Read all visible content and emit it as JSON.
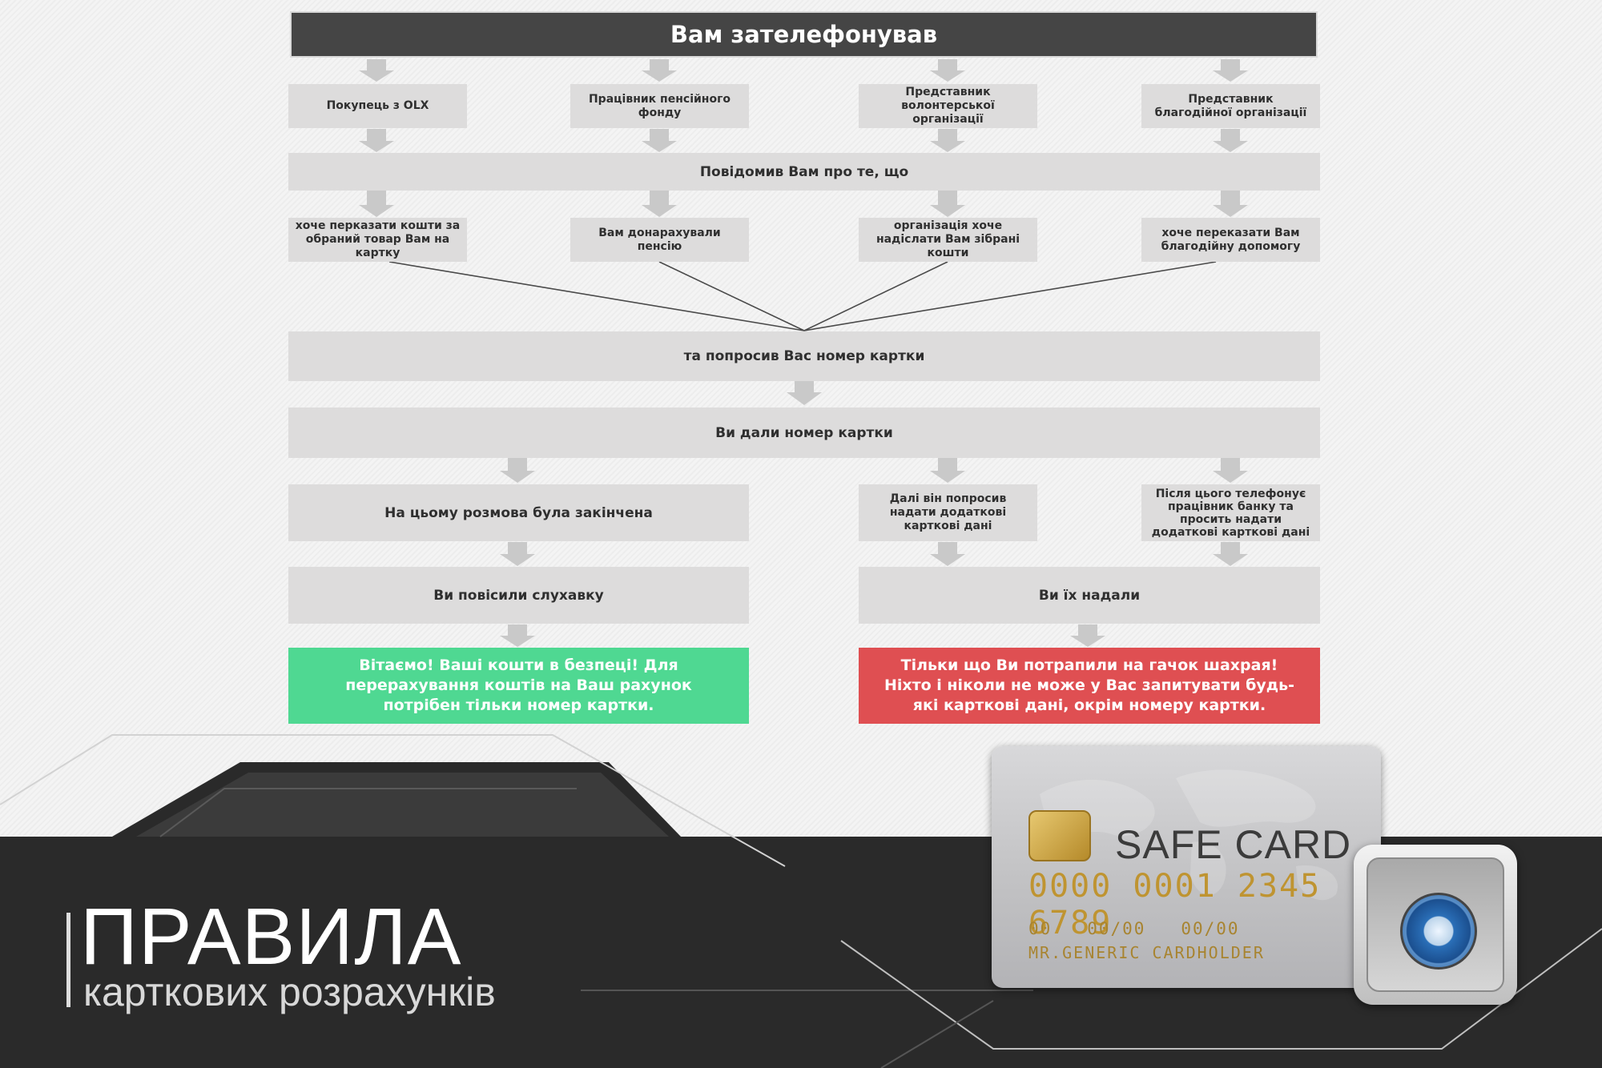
{
  "diagram": {
    "title": "Вам зателефонував",
    "callers": [
      "Покупець з OLX",
      "Працівник пенсійного фонду",
      "Представник волонтерської організації",
      "Представник благодійної організації"
    ],
    "reported_label": "Повідомив Вам про те, що",
    "reasons": [
      "хоче перказати кошти за обраний товар Вам на картку",
      "Вам донарахували пенсію",
      "організація хоче надіслати Вам зібрані кошти",
      "хоче переказати Вам благодійну допомогу"
    ],
    "asked_label": "та попросив Вас номер картки",
    "gave_label": "Ви дали номер картки",
    "left_branch": {
      "ended": "На цьому розмова була закінчена",
      "hung_up": "Ви повісили слухавку",
      "result": "Вітаємо! Ваші кошти в безпеці! Для перерахування коштів на Ваш рахунок потрібен тільки номер картки."
    },
    "right_branch": {
      "asked_more": "Далі він попросив надати додаткові карткові дані",
      "bank_call": "Після цього телефонує працівник банку та просить надати додаткові карткові дані",
      "gave_them": "Ви їх надали",
      "result": "Тільки що Ви потрапили на гачок шахрая! Ніхто і ніколи не може у Вас запитувати будь-які карткові дані, окрім номеру картки."
    },
    "colors": {
      "safe": "#4fd892",
      "danger": "#df4f52",
      "box": "#dddcdc",
      "header": "#454545"
    }
  },
  "footer": {
    "title": "ПРАВИЛА",
    "subtitle": "карткових розрахунків"
  },
  "card": {
    "brand": "SAFE CARD",
    "number": "0000 0001 2345 6789",
    "dates": "00   00/00   00/00",
    "holder": "MR.GENERIC CARDHOLDER"
  }
}
